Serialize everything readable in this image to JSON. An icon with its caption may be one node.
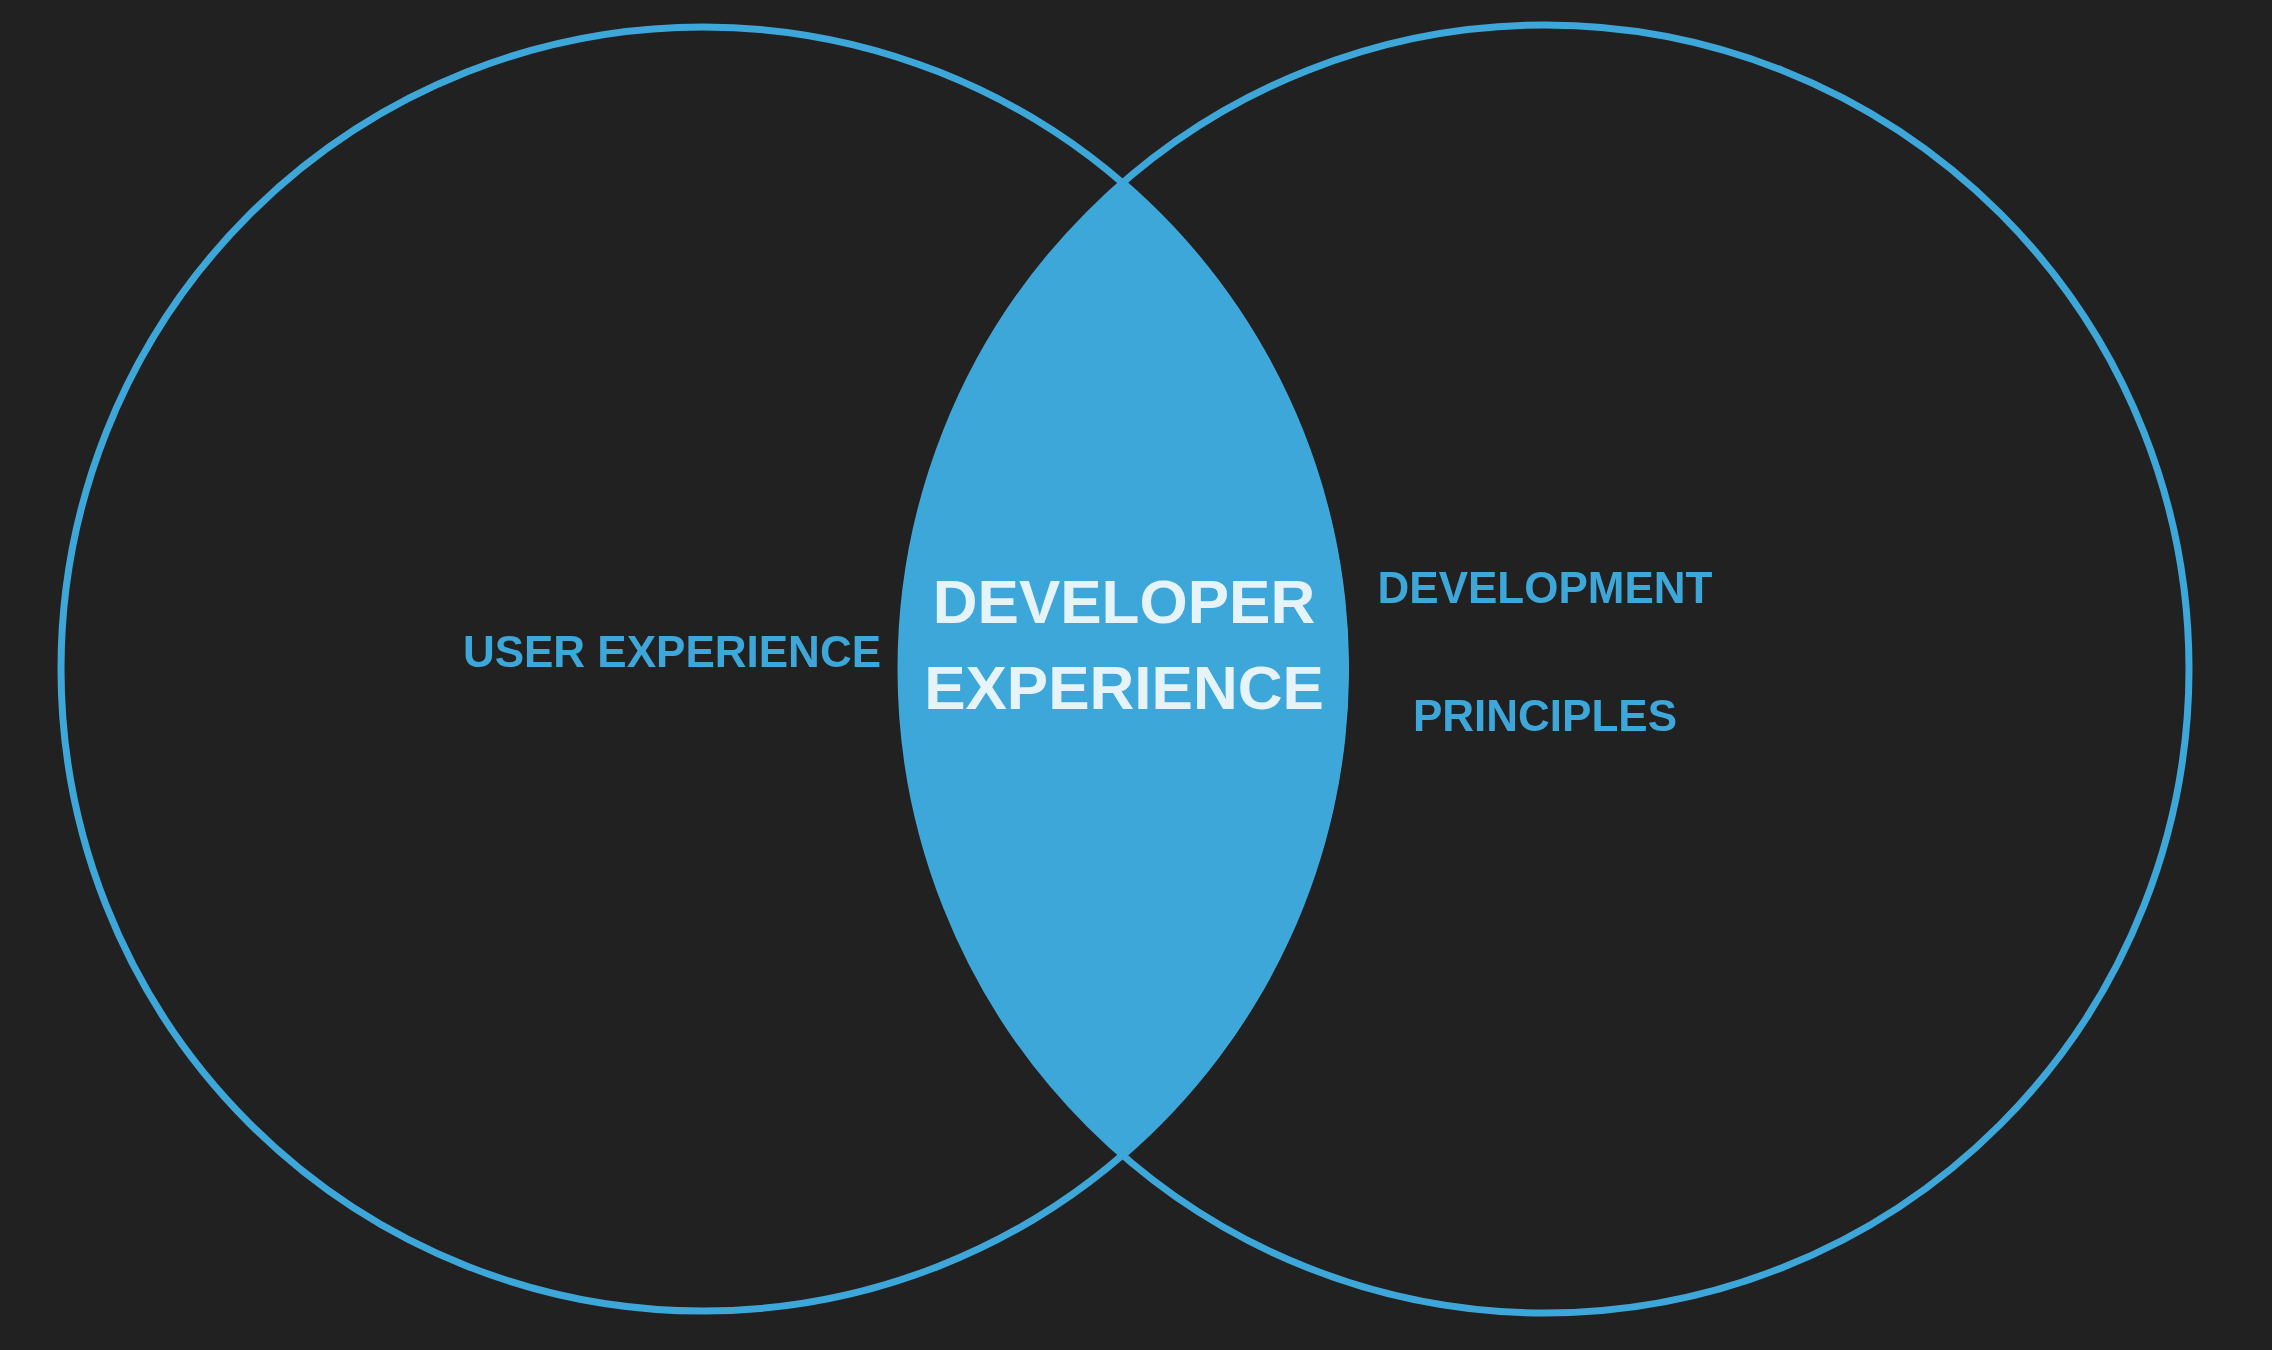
{
  "diagram": {
    "nodes": [
      {
        "text": [
          "USER EXPERIENCE"
        ]
      },
      {
        "text": [
          "DEVELOPMENT PRINCIPLES"
        ]
      },
      {
        "text": [
          "DEVELOPER EXPERIENCE"
        ]
      }
    ],
    "edges": []
  }
}
